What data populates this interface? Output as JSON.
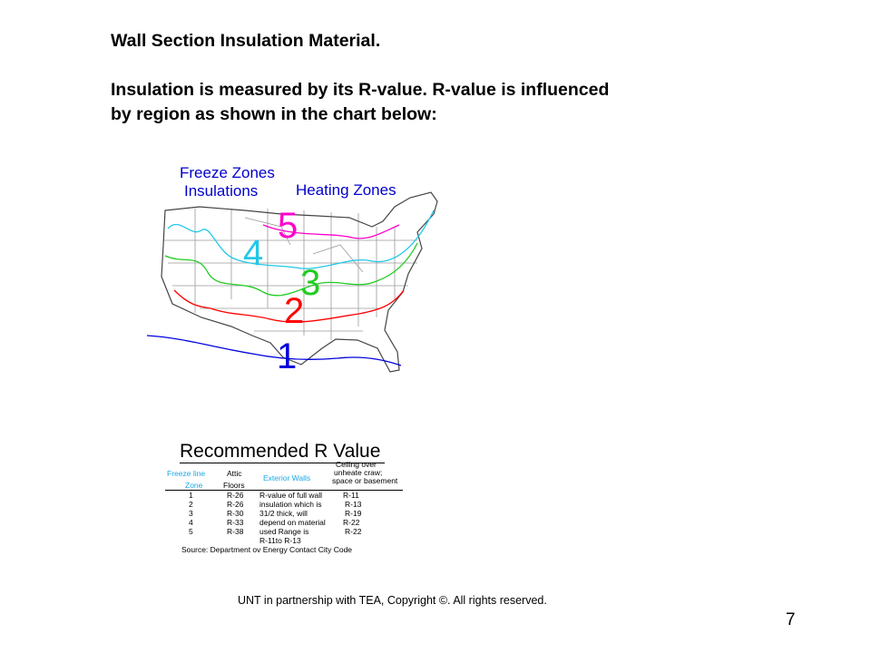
{
  "heading": {
    "title": "Wall Section Insulation Material.",
    "line1": "Insulation is measured by its R-value.  R-value is influenced",
    "line2": "by region as shown in the chart below:"
  },
  "map": {
    "label_freeze": "Freeze Zones",
    "label_insulations": "Insulations",
    "label_heating": "Heating Zones",
    "zones": [
      {
        "number": "5",
        "color": "#ff00cc"
      },
      {
        "number": "4",
        "color": "#22c8e8"
      },
      {
        "number": "3",
        "color": "#22cc22"
      },
      {
        "number": "2",
        "color": "#ff0000"
      },
      {
        "number": "1",
        "color": "#0000dd"
      }
    ]
  },
  "table": {
    "title": "Recommended R Value",
    "col_zone_1": "Freeze line",
    "col_zone_2": "Zone",
    "col_attic_1": "Attic",
    "col_attic_2": "Floors",
    "col_walls": "Exterior Walls",
    "col_ceiling_1": "Ceiling over",
    "col_ceiling_2": "unheate craw;",
    "col_ceiling_3": "space or basement",
    "rows": [
      {
        "zone": "1",
        "attic": "R-26",
        "walls": "R-value of full wall",
        "ceiling": "R-11"
      },
      {
        "zone": "2",
        "attic": "R-26",
        "walls": "insulation which is",
        "ceiling": "R-13"
      },
      {
        "zone": "3",
        "attic": "R-30",
        "walls": "31/2 thick, will",
        "ceiling": "R-19"
      },
      {
        "zone": "4",
        "attic": "R-33",
        "walls": "depend on material",
        "ceiling": "R-22"
      },
      {
        "zone": "5",
        "attic": "R-38",
        "walls": "used Range is",
        "ceiling": "R-22"
      }
    ],
    "extra": "R-11to R-13",
    "source": "Source: Department ov Energy  Contact City Code"
  },
  "footer": "UNT in partnership with TEA, Copyright ©. All rights reserved.",
  "page_number": "7"
}
